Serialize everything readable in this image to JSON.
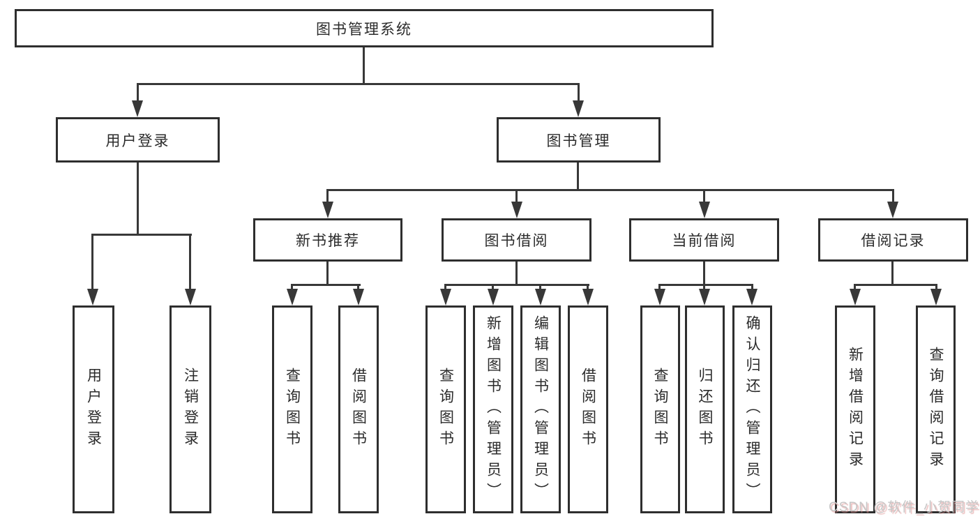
{
  "diagram_type": "hierarchy-tree",
  "colors": {
    "background": "#ffffff",
    "box_border": "#2e2e2e",
    "connector_line": "#383838",
    "text": "#2b2b2b",
    "watermark_text": "#c6c6c6",
    "watermark_shadow": "#dc8c8c"
  },
  "tree": {
    "label": "图书管理系统",
    "children": [
      {
        "label": "用户登录",
        "children": [
          {
            "label": "用户登录"
          },
          {
            "label": "注销登录"
          }
        ]
      },
      {
        "label": "图书管理",
        "children": [
          {
            "label": "新书推荐",
            "children": [
              {
                "label": "查询图书"
              },
              {
                "label": "借阅图书"
              }
            ]
          },
          {
            "label": "图书借阅",
            "children": [
              {
                "label": "查询图书"
              },
              {
                "label": "新增图书（管理员）"
              },
              {
                "label": "编辑图书（管理员）"
              },
              {
                "label": "借阅图书"
              }
            ]
          },
          {
            "label": "当前借阅",
            "children": [
              {
                "label": "查询图书"
              },
              {
                "label": "归还图书"
              },
              {
                "label": "确认归还（管理员）"
              }
            ]
          },
          {
            "label": "借阅记录",
            "children": [
              {
                "label": "新增借阅记录"
              },
              {
                "label": "查询借阅记录"
              }
            ]
          }
        ]
      }
    ]
  },
  "watermark": {
    "text": "CSDN @软件_小贺同学"
  }
}
